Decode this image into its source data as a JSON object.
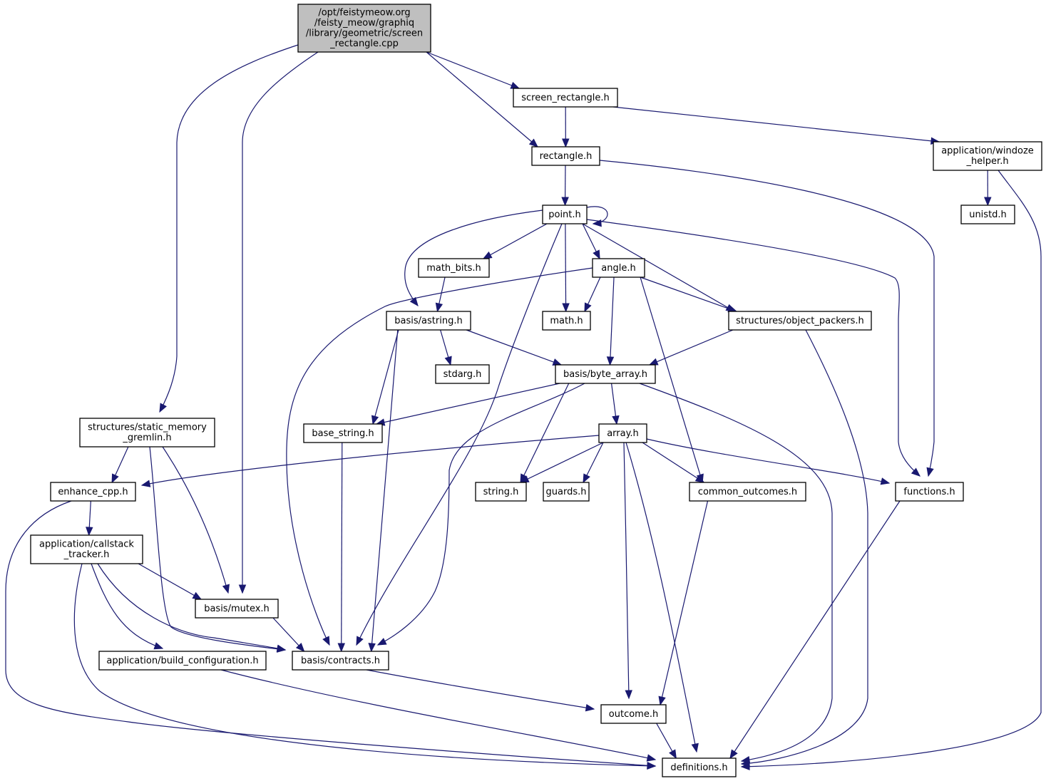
{
  "diagram": {
    "title": "Include dependency graph for screen_rectangle.cpp",
    "colors": {
      "edge": "#191970",
      "root_fill": "#bfbfbf",
      "node_border": "#000000",
      "system_node_border": "#bfbfbf",
      "background": "#ffffff"
    },
    "nodes": [
      {
        "id": "root",
        "kind": "root",
        "lines": [
          "/opt/feistymeow.org",
          "/feisty_meow/graphiq",
          "/library/geometric/screen",
          "_rectangle.cpp"
        ]
      },
      {
        "id": "screen_rectangle",
        "kind": "file",
        "lines": [
          "screen_rectangle.h"
        ]
      },
      {
        "id": "rectangle",
        "kind": "file",
        "lines": [
          "rectangle.h"
        ]
      },
      {
        "id": "windoze_helper",
        "kind": "file",
        "lines": [
          "application/windoze",
          "_helper.h"
        ]
      },
      {
        "id": "unistd",
        "kind": "system",
        "lines": [
          "unistd.h"
        ]
      },
      {
        "id": "point",
        "kind": "file",
        "lines": [
          "point.h"
        ]
      },
      {
        "id": "math_bits",
        "kind": "file",
        "lines": [
          "math_bits.h"
        ]
      },
      {
        "id": "angle",
        "kind": "file",
        "lines": [
          "angle.h"
        ]
      },
      {
        "id": "astring",
        "kind": "file",
        "lines": [
          "basis/astring.h"
        ]
      },
      {
        "id": "math",
        "kind": "system",
        "lines": [
          "math.h"
        ]
      },
      {
        "id": "object_packers",
        "kind": "file",
        "lines": [
          "structures/object_packers.h"
        ]
      },
      {
        "id": "stdarg",
        "kind": "system",
        "lines": [
          "stdarg.h"
        ]
      },
      {
        "id": "byte_array",
        "kind": "file",
        "lines": [
          "basis/byte_array.h"
        ]
      },
      {
        "id": "static_memory_gremlin",
        "kind": "file",
        "lines": [
          "structures/static_memory",
          "_gremlin.h"
        ]
      },
      {
        "id": "base_string",
        "kind": "file",
        "lines": [
          "base_string.h"
        ]
      },
      {
        "id": "array",
        "kind": "file",
        "lines": [
          "array.h"
        ]
      },
      {
        "id": "enhance_cpp",
        "kind": "file",
        "lines": [
          "enhance_cpp.h"
        ]
      },
      {
        "id": "string",
        "kind": "system",
        "lines": [
          "string.h"
        ]
      },
      {
        "id": "guards",
        "kind": "file",
        "lines": [
          "guards.h"
        ]
      },
      {
        "id": "common_outcomes",
        "kind": "file",
        "lines": [
          "common_outcomes.h"
        ]
      },
      {
        "id": "functions",
        "kind": "file",
        "lines": [
          "functions.h"
        ]
      },
      {
        "id": "callstack_tracker",
        "kind": "file",
        "lines": [
          "application/callstack",
          "_tracker.h"
        ]
      },
      {
        "id": "mutex",
        "kind": "file",
        "lines": [
          "basis/mutex.h"
        ]
      },
      {
        "id": "build_configuration",
        "kind": "file",
        "lines": [
          "application/build_configuration.h"
        ]
      },
      {
        "id": "contracts",
        "kind": "file",
        "lines": [
          "basis/contracts.h"
        ]
      },
      {
        "id": "outcome",
        "kind": "file",
        "lines": [
          "outcome.h"
        ]
      },
      {
        "id": "definitions",
        "kind": "file",
        "lines": [
          "definitions.h"
        ]
      }
    ],
    "edges": [
      {
        "from": "root",
        "to": "screen_rectangle"
      },
      {
        "from": "root",
        "to": "rectangle"
      },
      {
        "from": "root",
        "to": "static_memory_gremlin"
      },
      {
        "from": "root",
        "to": "mutex"
      },
      {
        "from": "screen_rectangle",
        "to": "rectangle"
      },
      {
        "from": "screen_rectangle",
        "to": "windoze_helper"
      },
      {
        "from": "rectangle",
        "to": "point"
      },
      {
        "from": "rectangle",
        "to": "functions"
      },
      {
        "from": "windoze_helper",
        "to": "unistd"
      },
      {
        "from": "windoze_helper",
        "to": "definitions"
      },
      {
        "from": "point",
        "to": "point"
      },
      {
        "from": "point",
        "to": "math_bits"
      },
      {
        "from": "point",
        "to": "angle"
      },
      {
        "from": "point",
        "to": "astring"
      },
      {
        "from": "point",
        "to": "math"
      },
      {
        "from": "point",
        "to": "object_packers"
      },
      {
        "from": "point",
        "to": "contracts"
      },
      {
        "from": "point",
        "to": "functions"
      },
      {
        "from": "math_bits",
        "to": "astring"
      },
      {
        "from": "angle",
        "to": "math"
      },
      {
        "from": "angle",
        "to": "byte_array"
      },
      {
        "from": "angle",
        "to": "object_packers"
      },
      {
        "from": "angle",
        "to": "contracts"
      },
      {
        "from": "angle",
        "to": "common_outcomes"
      },
      {
        "from": "astring",
        "to": "stdarg"
      },
      {
        "from": "astring",
        "to": "byte_array"
      },
      {
        "from": "astring",
        "to": "base_string"
      },
      {
        "from": "astring",
        "to": "contracts"
      },
      {
        "from": "object_packers",
        "to": "byte_array"
      },
      {
        "from": "object_packers",
        "to": "definitions"
      },
      {
        "from": "byte_array",
        "to": "base_string"
      },
      {
        "from": "byte_array",
        "to": "array"
      },
      {
        "from": "byte_array",
        "to": "string"
      },
      {
        "from": "byte_array",
        "to": "contracts"
      },
      {
        "from": "byte_array",
        "to": "definitions"
      },
      {
        "from": "static_memory_gremlin",
        "to": "enhance_cpp"
      },
      {
        "from": "static_memory_gremlin",
        "to": "mutex"
      },
      {
        "from": "static_memory_gremlin",
        "to": "contracts"
      },
      {
        "from": "base_string",
        "to": "contracts"
      },
      {
        "from": "array",
        "to": "enhance_cpp"
      },
      {
        "from": "array",
        "to": "string"
      },
      {
        "from": "array",
        "to": "guards"
      },
      {
        "from": "array",
        "to": "common_outcomes"
      },
      {
        "from": "array",
        "to": "functions"
      },
      {
        "from": "array",
        "to": "outcome"
      },
      {
        "from": "array",
        "to": "definitions"
      },
      {
        "from": "enhance_cpp",
        "to": "callstack_tracker"
      },
      {
        "from": "enhance_cpp",
        "to": "definitions"
      },
      {
        "from": "common_outcomes",
        "to": "outcome"
      },
      {
        "from": "functions",
        "to": "definitions"
      },
      {
        "from": "callstack_tracker",
        "to": "mutex"
      },
      {
        "from": "callstack_tracker",
        "to": "build_configuration"
      },
      {
        "from": "callstack_tracker",
        "to": "contracts"
      },
      {
        "from": "callstack_tracker",
        "to": "definitions"
      },
      {
        "from": "mutex",
        "to": "contracts"
      },
      {
        "from": "build_configuration",
        "to": "definitions"
      },
      {
        "from": "contracts",
        "to": "outcome"
      },
      {
        "from": "outcome",
        "to": "definitions"
      }
    ]
  }
}
